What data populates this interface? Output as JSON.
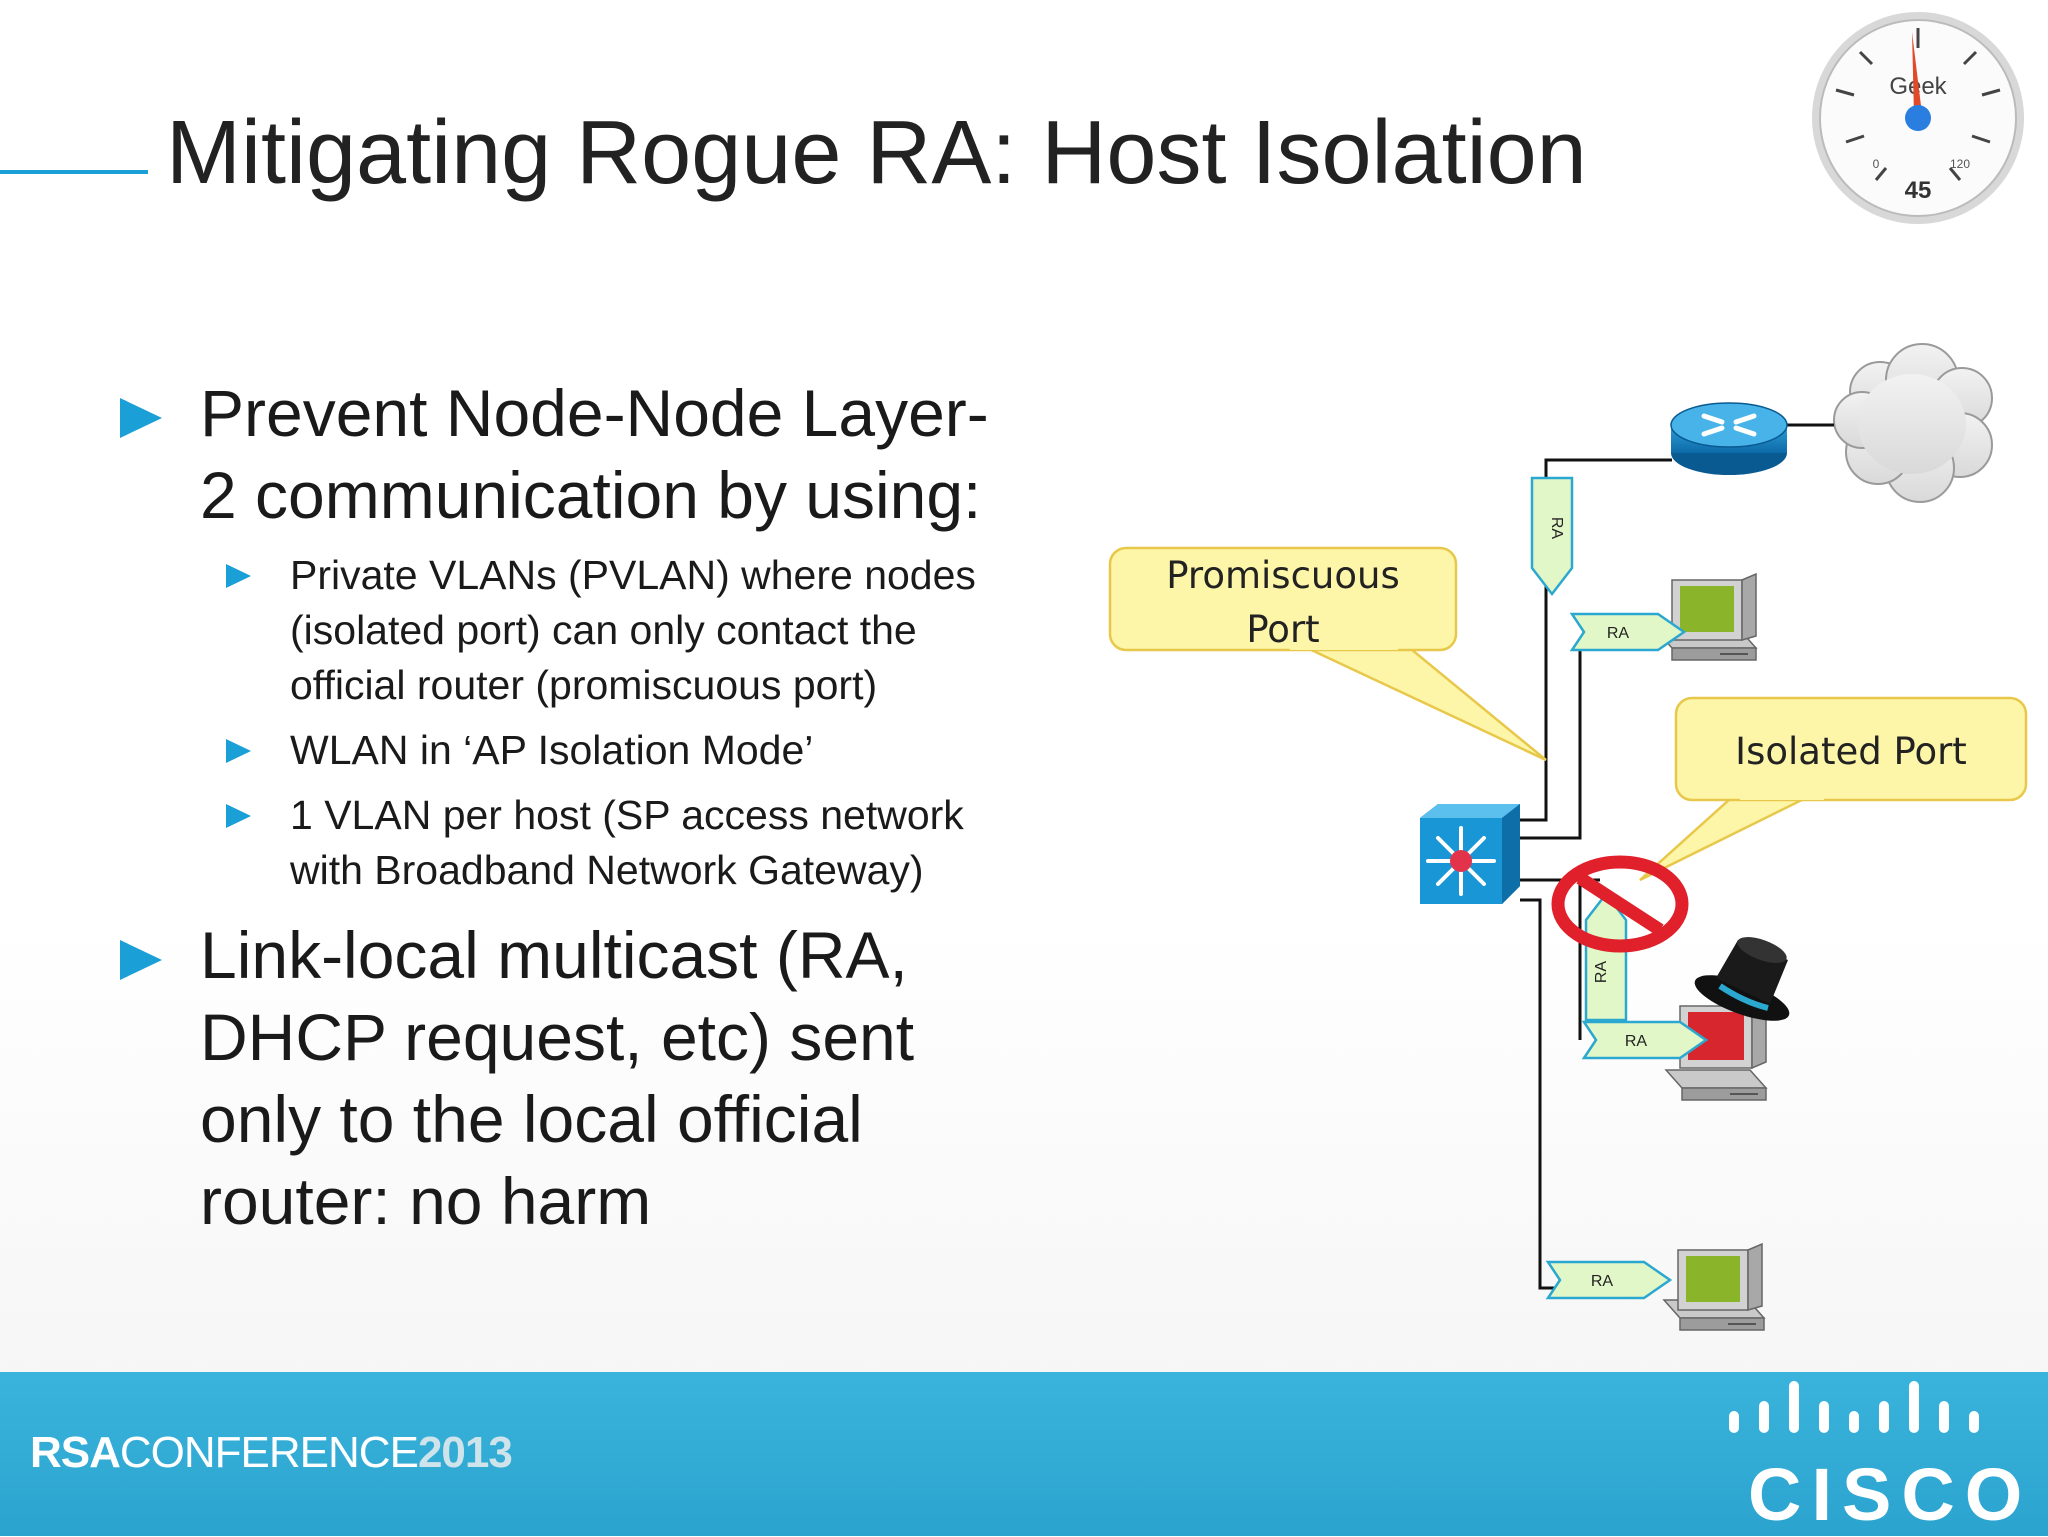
{
  "slide": {
    "title": "Mitigating Rogue RA: Host Isolation"
  },
  "bullets": {
    "main1": "Prevent Node-Node Layer-2 communication by using:",
    "main1_line1": "Prevent Node-Node Layer-",
    "main1_line2": "2 communication by using:",
    "sub1_line1": "Private VLANs (PVLAN) where nodes",
    "sub1_line2": "(isolated port) can only contact the",
    "sub1_line3": "official router (promiscuous port)",
    "sub2": "WLAN in ‘AP Isolation Mode’",
    "sub3_line1": "1 VLAN per host (SP access network",
    "sub3_line2": "with Broadband Network Gateway)",
    "main2_line1": "Link-local multicast (RA,",
    "main2_line2": "DHCP request, etc) sent",
    "main2_line3": "only to the local official",
    "main2_line4": "router: no harm"
  },
  "diagram": {
    "callout_promiscuous_line1": "Promiscuous",
    "callout_promiscuous_line2": "Port",
    "callout_isolated": "Isolated Port",
    "ra_label": "RA"
  },
  "gauge": {
    "label": "Geek",
    "value": "45",
    "min": "0",
    "max": "120"
  },
  "footer": {
    "rsa": "RSA",
    "conference": "CONFERENCE",
    "year": "2013",
    "cisco": "CISCO"
  },
  "colors": {
    "accent": "#1a9fd6",
    "footer": "#2ba3cf",
    "callout_fill": "#fdf5a8",
    "callout_border": "#e8c84a",
    "arrow_fill": "#e2f7c8",
    "arrow_border": "#2aa8d0",
    "prohibit": "#e0202a"
  }
}
